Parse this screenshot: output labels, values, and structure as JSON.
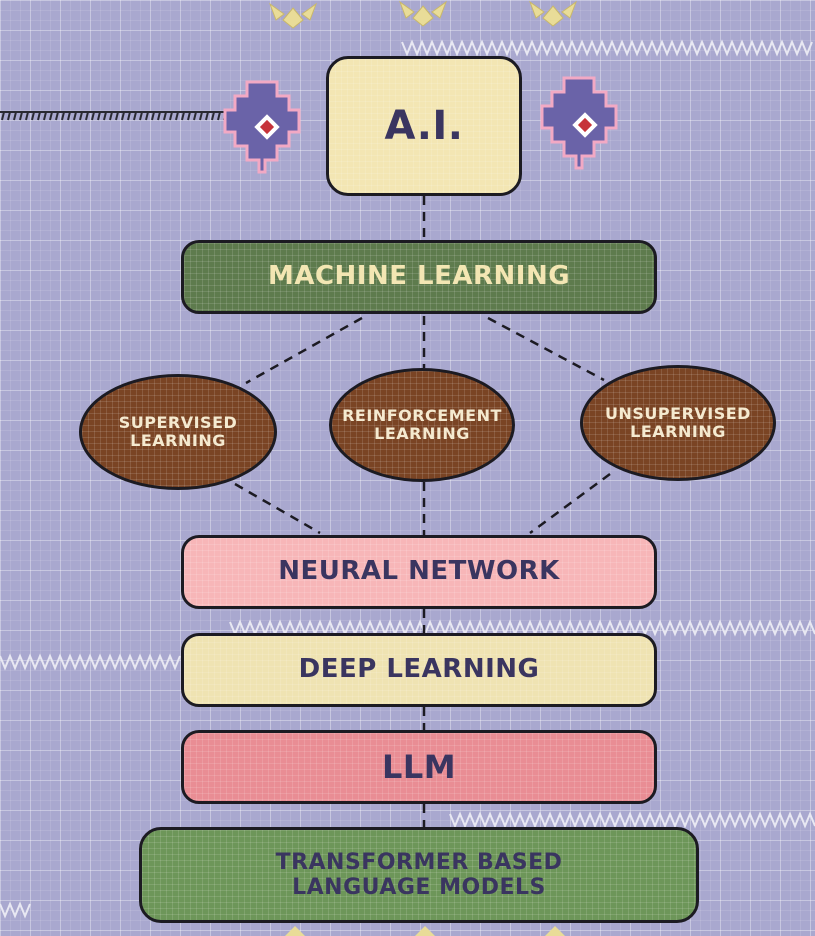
{
  "diagram": {
    "nodes": {
      "ai": "A.I.",
      "machine_learning": "MACHINE LEARNING",
      "supervised": [
        "SUPERVISED",
        "LEARNING"
      ],
      "reinforcement": [
        "REINFORCEMENT",
        "LEARNING"
      ],
      "unsupervised": [
        "UNSUPERVISED",
        "LEARNING"
      ],
      "neural_network": "NEURAL NETWORK",
      "deep_learning": "DEEP LEARNING",
      "llm": "LLM",
      "transformer": [
        "TRANSFORMER BASED",
        "LANGUAGE MODELS"
      ]
    },
    "edges": [
      [
        "ai",
        "machine_learning"
      ],
      [
        "machine_learning",
        "supervised"
      ],
      [
        "machine_learning",
        "reinforcement"
      ],
      [
        "machine_learning",
        "unsupervised"
      ],
      [
        "supervised",
        "neural_network"
      ],
      [
        "reinforcement",
        "neural_network"
      ],
      [
        "unsupervised",
        "neural_network"
      ],
      [
        "neural_network",
        "deep_learning"
      ],
      [
        "deep_learning",
        "llm"
      ],
      [
        "llm",
        "transformer"
      ]
    ]
  },
  "colors": {
    "background": "#a9a8cf",
    "ai_box": "#f3e6b3",
    "machine_learning_box": "#5e7b4d",
    "learning_types": "#7a4424",
    "neural_network_box": "#f7b6b8",
    "deep_learning_box": "#efe3b2",
    "llm_box": "#e98d94",
    "transformer_box": "#6d9659"
  }
}
